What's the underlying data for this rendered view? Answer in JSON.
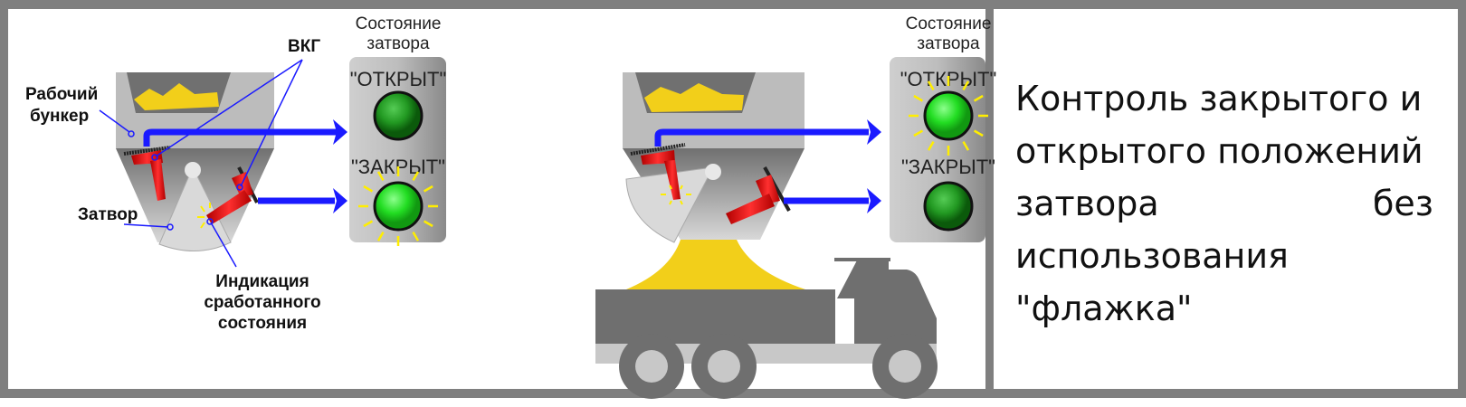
{
  "left_diagram": {
    "labels": {
      "hopper_line1": "Рабочий",
      "hopper_line2": "бункер",
      "vkg": "ВКГ",
      "gate": "Затвор",
      "indication_line1": "Индикация",
      "indication_line2": "сработанного",
      "indication_line3": "состояния"
    },
    "panel": {
      "title_line1": "Состояние",
      "title_line2": "затвора",
      "open_label": "\"ОТКРЫТ\"",
      "closed_label": "\"ЗАКРЫТ\"",
      "open_lit": false,
      "closed_lit": true
    }
  },
  "right_diagram": {
    "panel": {
      "title_line1": "Состояние",
      "title_line2": "затвора",
      "open_label": "\"ОТКРЫТ\"",
      "closed_label": "\"ЗАКРЫТ\"",
      "open_lit": true,
      "closed_lit": false
    }
  },
  "description": {
    "lines": [
      [
        "Контроль закрытого и"
      ],
      [
        "открытого положений"
      ],
      [
        "затвора",
        "без"
      ],
      [
        "использования"
      ],
      [
        "\"флажка\""
      ]
    ]
  },
  "colors": {
    "frame": "#7f7f7f",
    "signal": "#1a1aff",
    "sensor": "#e00000",
    "sand": "#f2cf1a",
    "lamp": "#22cc22",
    "glow": "#ffee00"
  }
}
